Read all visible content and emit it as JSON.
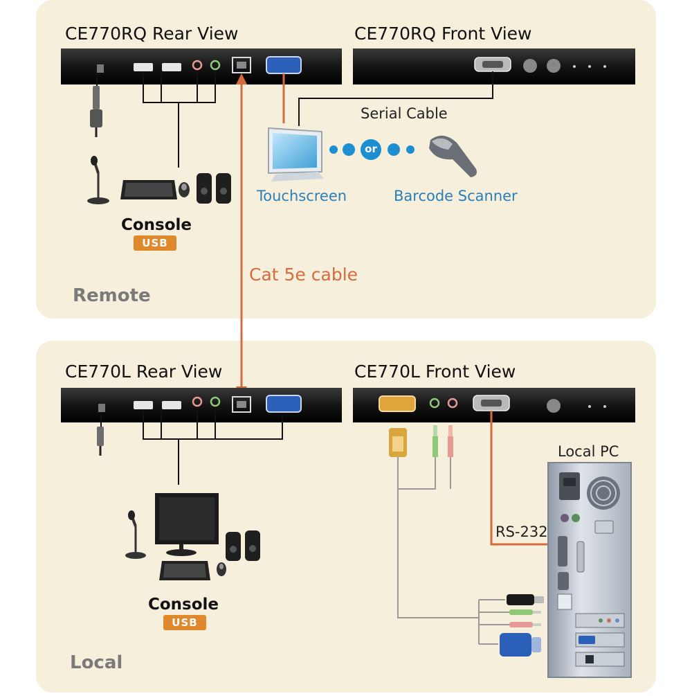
{
  "sections": {
    "remote": "Remote",
    "local": "Local"
  },
  "devices": {
    "remote_rear": "CE770RQ Rear View",
    "remote_front": "CE770RQ Front View",
    "local_rear": "CE770L Rear View",
    "local_front": "CE770L Front View"
  },
  "labels": {
    "serial_cable": "Serial Cable",
    "touchscreen": "Touchscreen",
    "or": "or",
    "barcode_scanner": "Barcode Scanner",
    "console_remote": "Console",
    "usb_remote": "USB",
    "console_local": "Console",
    "usb_local": "USB",
    "cat5e_cable": "Cat 5e cable",
    "local_pc": "Local PC",
    "rs232": "RS-232"
  },
  "colors": {
    "panel_bg": "#f6efdc",
    "device_body": "#1c1c1c",
    "cable_orange": "#d86a3c",
    "cable_gray": "#9a9a9a",
    "accent_blue": "#2a7fb8",
    "usb_badge": "#e0892c"
  },
  "icons": [
    "power-jack-icon",
    "usb-port-icon",
    "audio-port-icon",
    "rj45-port-icon",
    "vga-port-icon",
    "serial-port-icon",
    "touchscreen-monitor-icon",
    "barcode-scanner-icon",
    "microphone-icon",
    "keyboard-icon",
    "mouse-icon",
    "speaker-icon",
    "power-adapter-icon",
    "monitor-icon",
    "pc-tower-icon"
  ]
}
